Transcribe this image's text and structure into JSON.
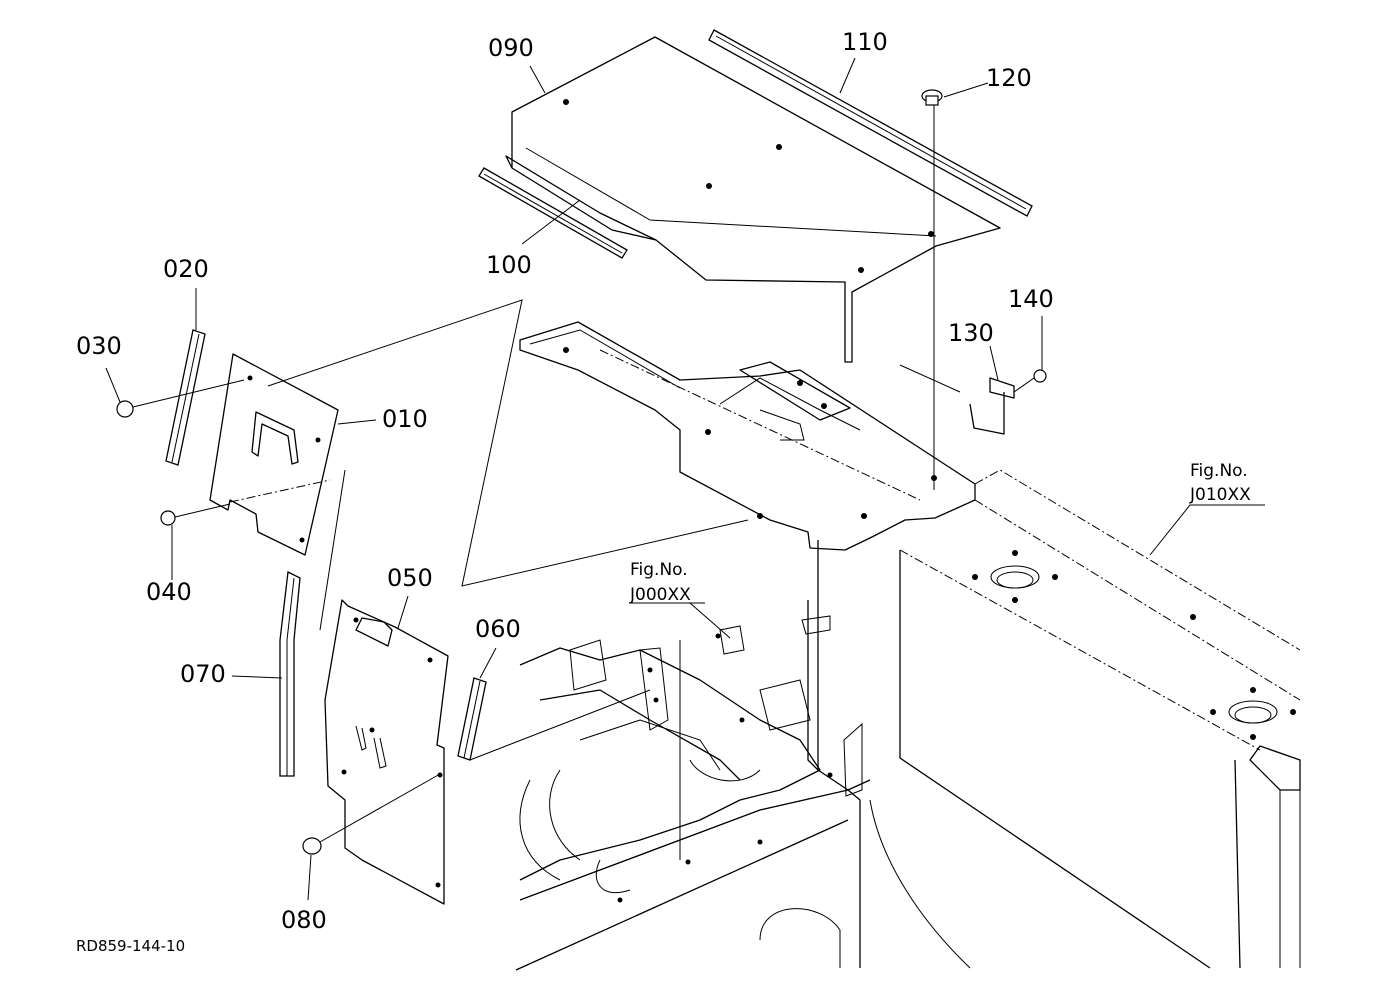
{
  "figure": {
    "code": "RD859-144-10"
  },
  "callouts": {
    "p010": "010",
    "p020": "020",
    "p030": "030",
    "p040": "040",
    "p050": "050",
    "p060": "060",
    "p070": "070",
    "p080": "080",
    "p090": "090",
    "p100": "100",
    "p110": "110",
    "p120": "120",
    "p130": "130",
    "p140": "140"
  },
  "references": {
    "ref1_line1": "Fig.No.",
    "ref1_line2": "J010XX",
    "ref2_line1": "Fig.No.",
    "ref2_line2": "J000XX"
  }
}
